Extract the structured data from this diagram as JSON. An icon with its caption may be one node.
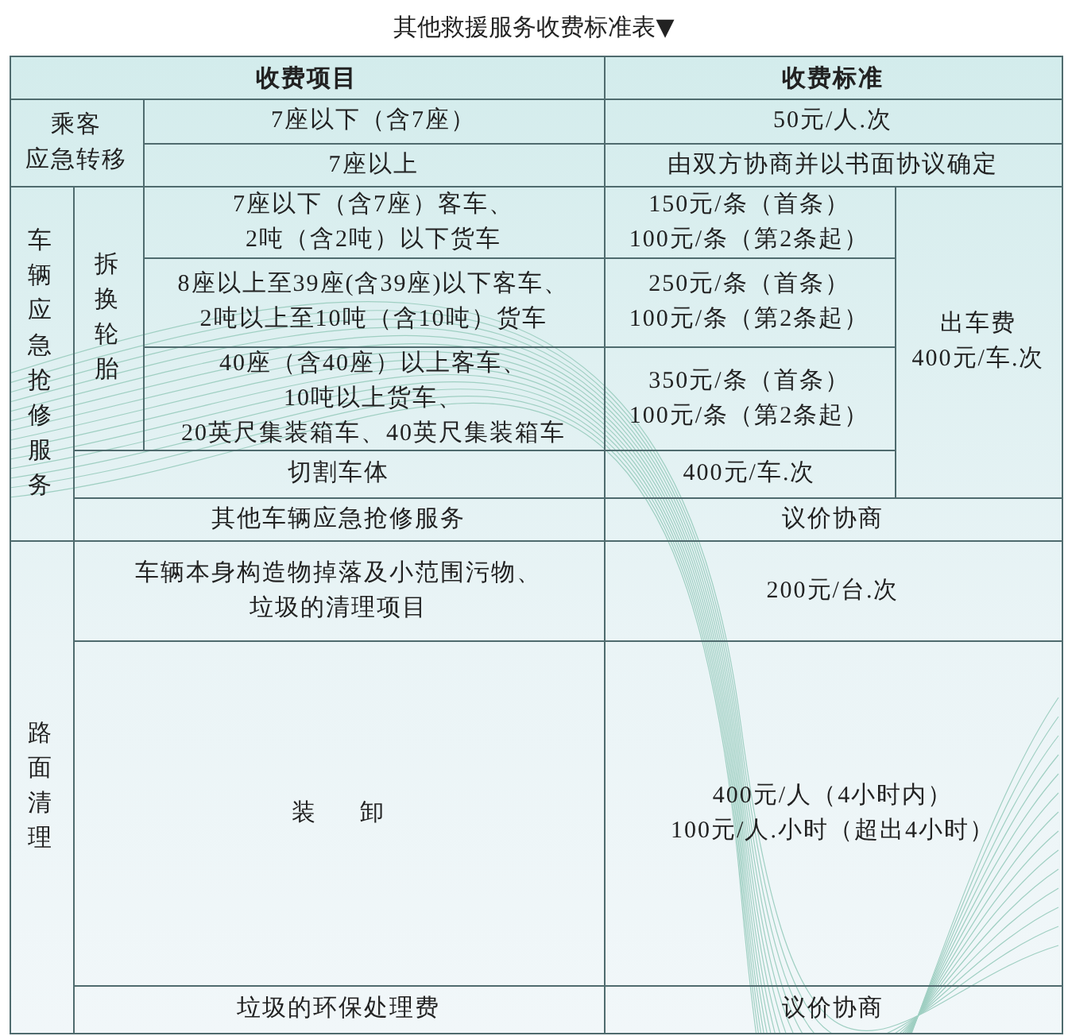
{
  "diagram": {
    "title": "其他救援服务收费标准表▼",
    "labels": [
      "收费项目",
      "收费标准",
      "乘客",
      "应急转移",
      "7座以下（含7座）",
      "50元/人.次",
      "7座以上",
      "由双方协商并以书面协议确定",
      "车辆应急抢修服务",
      "拆换轮胎",
      "7座以下（含7座）客车、",
      "2吨（含2吨）以下货车",
      "150元/条（首条）",
      "100元/条（第2条起）",
      "出车费",
      "400元/车.次",
      "8座以上至39座(含39座)以下客车、",
      "2吨以上至10吨（含10吨）货车",
      "250元/条（首条）",
      "100元/条（第2条起）",
      "40座（含40座）以上客车、",
      "10吨以上货车、",
      "20英尺集装箱车、40英尺集装箱车",
      "350元/条（首条）",
      "100元/条（第2条起）",
      "切割车体",
      "400元/车.次",
      "其他车辆应急抢修服务",
      "议价协商",
      "路面清理",
      "车辆本身构造物掉落及小范围污物、",
      "垃圾的清理项目",
      "200元/台.次",
      "装 卸",
      "400元/人（4小时内）",
      "100元/人.小时（超出4小时）",
      "垃圾的环保处理费",
      "议价协商"
    ]
  }
}
